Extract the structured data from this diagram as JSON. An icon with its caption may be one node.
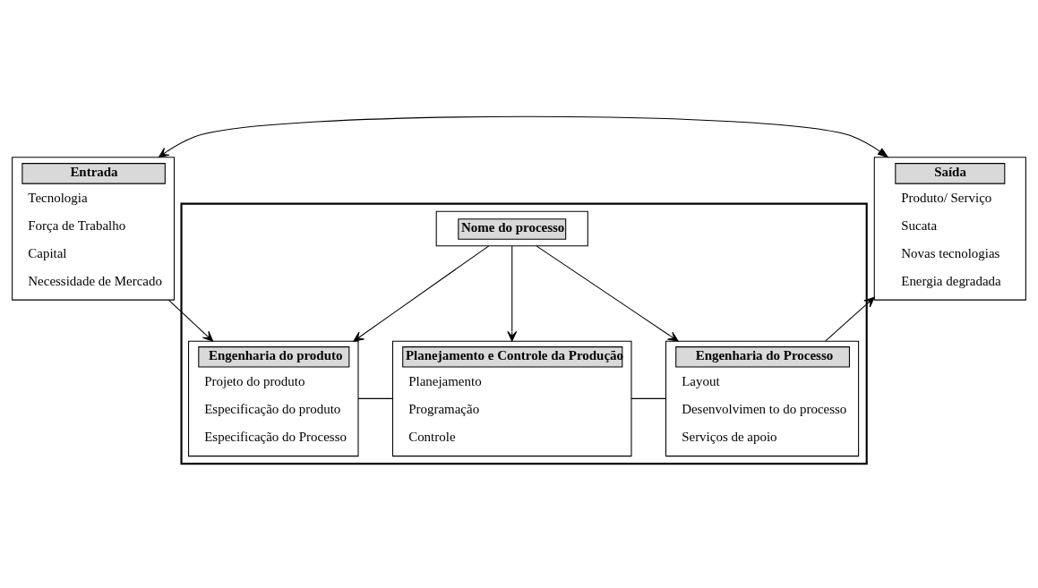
{
  "diagram": {
    "nodes": [
      {
        "text": [
          "Entrada",
          "Tecnologia",
          "Força de Trabalho",
          "Capital",
          "Necessidade de Mercado"
        ]
      },
      {
        "text": [],
        "shape": "box"
      },
      {
        "text": [
          "Nome do processo"
        ],
        "in": 1
      },
      {
        "text": [
          "Engenharia do produto",
          "Projeto do produto",
          "Especificação do produto",
          "Especificação do Processo"
        ],
        "in": 1
      },
      {
        "text": [
          "Planejamento e Controle da Produção",
          "Planejamento",
          "Programação",
          "Controle"
        ],
        "in": 1
      },
      {
        "text": [
          "Engenharia do Processo",
          "Layout",
          "Desenvolvimen to do processo",
          "Serviços de apoio"
        ],
        "in": 1
      },
      {
        "text": [
          "Saída",
          "Produto/ Serviço",
          "Sucata",
          "Novas tecnologias",
          "Energia degradada"
        ]
      }
    ],
    "edges": [
      {
        "from": 2,
        "to": 3,
        "arrow": "to"
      },
      {
        "from": 2,
        "to": 4,
        "arrow": "to"
      },
      {
        "from": 2,
        "to": 5,
        "arrow": "to"
      },
      {
        "from": 0,
        "to": 3,
        "arrow": "to"
      },
      {
        "from": 5,
        "to": 6,
        "arrow": "to"
      },
      {
        "from": 3,
        "to": 4,
        "arrow": "none"
      },
      {
        "from": 4,
        "to": 5,
        "arrow": "none"
      },
      {
        "from": 6,
        "to": 0,
        "arrow": "both"
      }
    ]
  }
}
